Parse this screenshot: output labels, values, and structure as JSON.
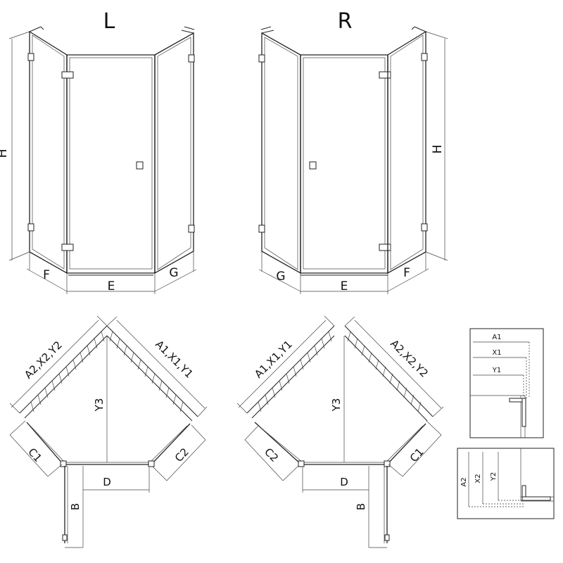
{
  "views": {
    "left_label": "L",
    "right_label": "R"
  },
  "front_left": {
    "height": "H",
    "side_left": "F",
    "door": "E",
    "side_right": "G"
  },
  "front_right": {
    "height": "H",
    "side_left": "G",
    "door": "E",
    "side_right": "F"
  },
  "plan_left": {
    "wall_left": "A2,X2,Y2",
    "wall_right": "A1,X1,Y1",
    "depth": "Y3",
    "side_left": "C1",
    "side_right": "C2",
    "door": "D",
    "swing": "B"
  },
  "plan_right": {
    "wall_left": "A1,X1,Y1",
    "wall_right": "A2,X2,Y2",
    "depth": "Y3",
    "side_left": "C2",
    "side_right": "C1",
    "door": "D",
    "swing": "B"
  },
  "detail_top": {
    "a": "A1",
    "x": "X1",
    "y": "Y1"
  },
  "detail_bottom": {
    "a": "A2",
    "x": "X2",
    "y": "Y2"
  }
}
